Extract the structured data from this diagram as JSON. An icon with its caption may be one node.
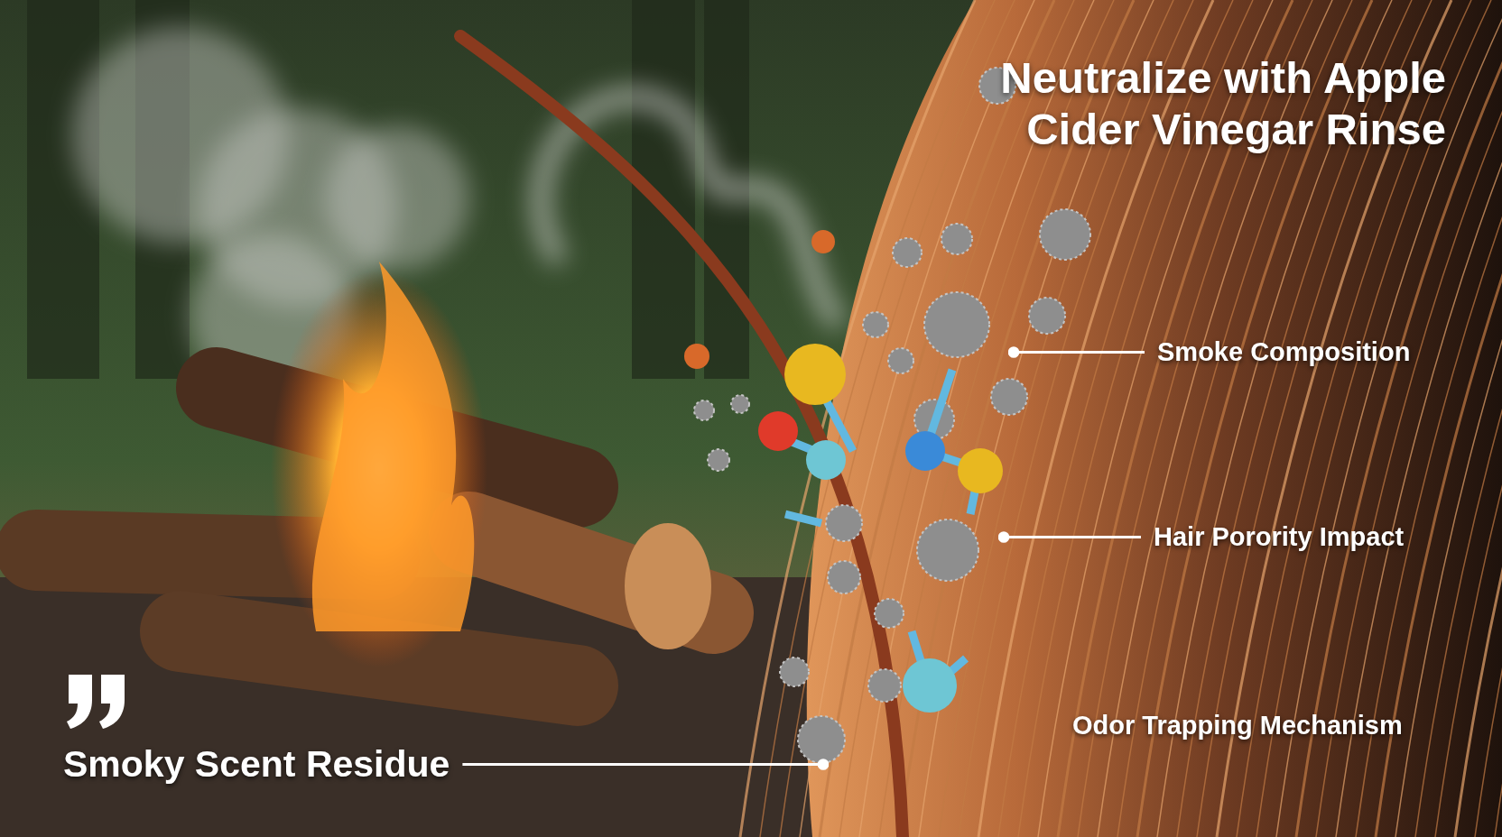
{
  "diagram": {
    "title": "Neutralize with Apple Cider Vinegar Rinse",
    "nodes": [
      {
        "text": [
          "Smoke Composition"
        ]
      },
      {
        "text": [
          "Hair Porority Impact"
        ]
      },
      {
        "text": [
          "Smoky Scent Residue"
        ]
      }
    ],
    "edges": [
      {
        "from": 0,
        "to": null,
        "arrow": "other"
      },
      {
        "from": 1,
        "to": null,
        "arrow": "other"
      },
      {
        "from": 2,
        "to": null,
        "arrow": "other"
      }
    ],
    "labels": [
      "Odor Trapping Mechanism"
    ]
  }
}
